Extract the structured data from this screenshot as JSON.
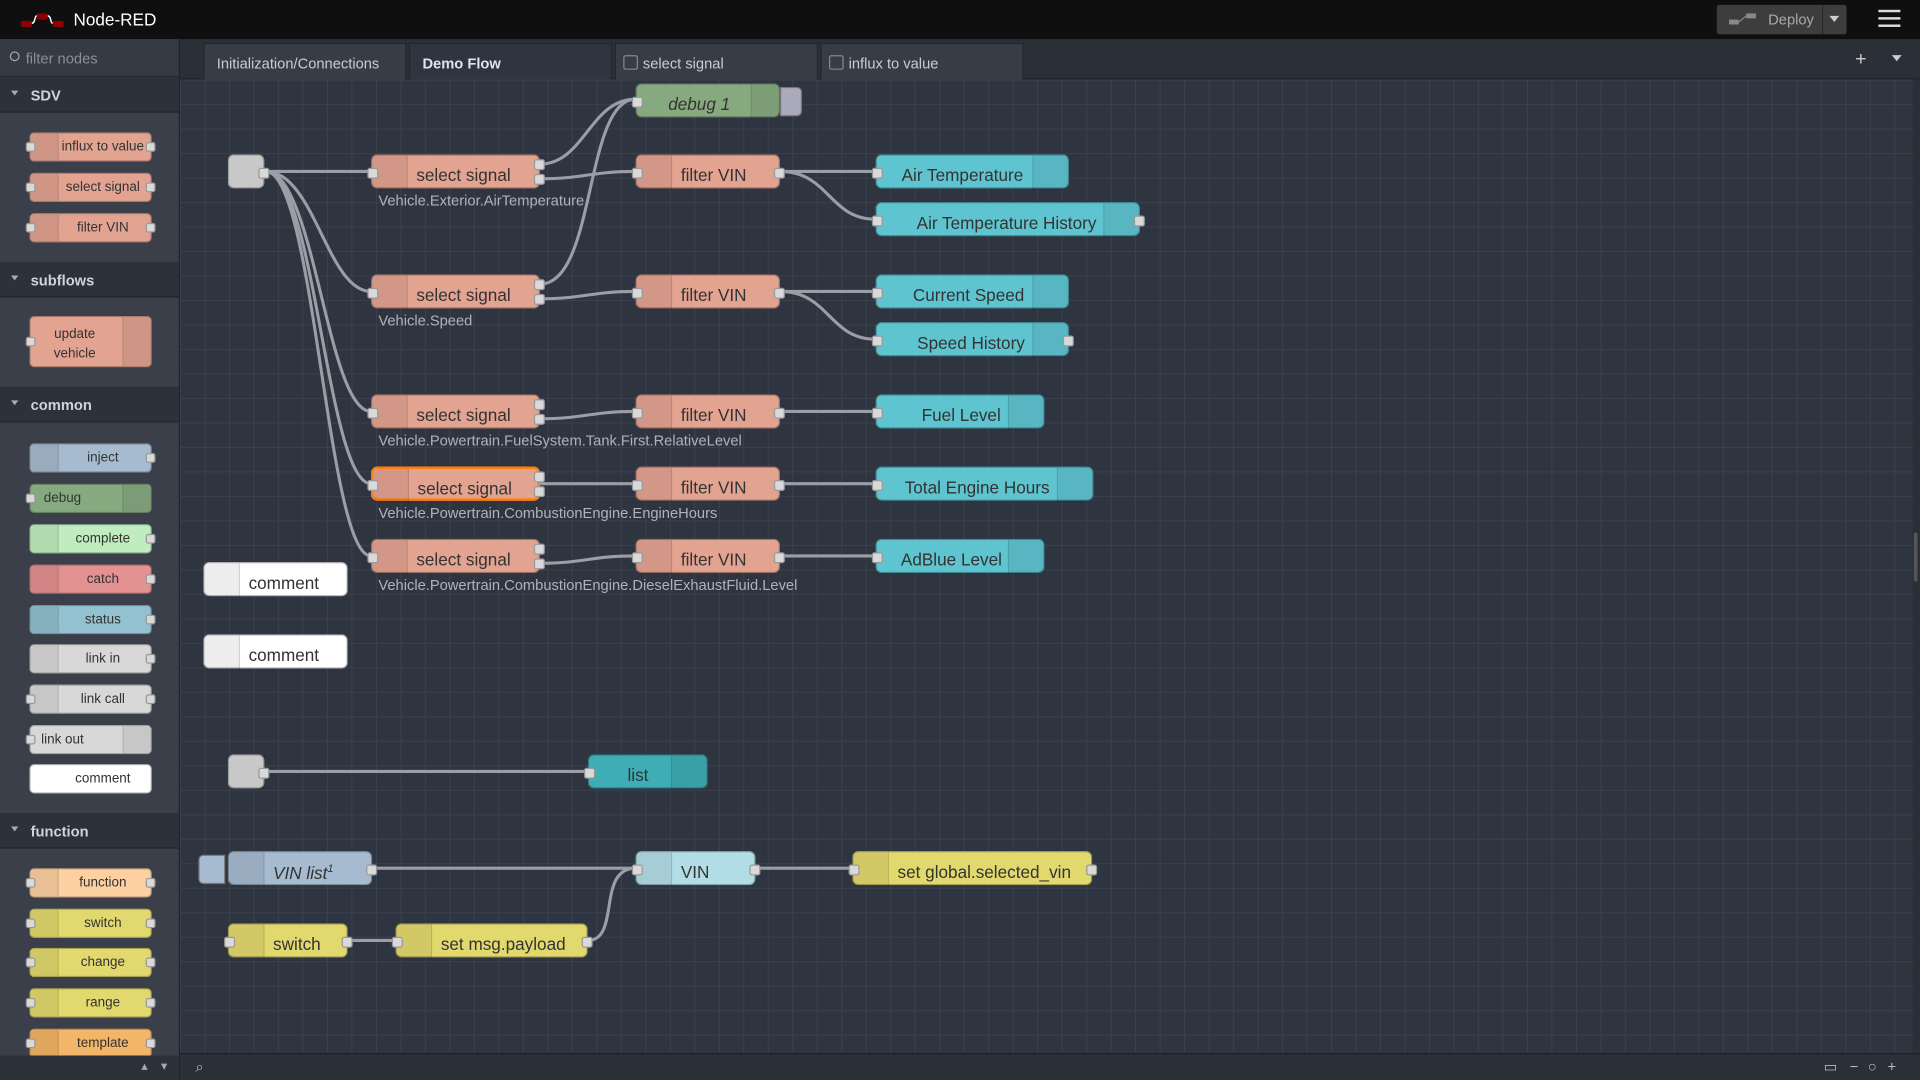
{
  "app": {
    "title": "Node-RED"
  },
  "header": {
    "deploy_label": "Deploy"
  },
  "palette": {
    "search_placeholder": "filter nodes",
    "categories": [
      {
        "name": "SDV",
        "nodes": [
          "influx to value",
          "select signal",
          "filter VIN"
        ]
      },
      {
        "name": "subflows",
        "nodes": [
          "update vehicle"
        ]
      },
      {
        "name": "common",
        "nodes": [
          "inject",
          "debug",
          "complete",
          "catch",
          "status",
          "link in",
          "link call",
          "link out",
          "comment"
        ]
      },
      {
        "name": "function",
        "nodes": [
          "function",
          "switch",
          "change",
          "range",
          "template"
        ]
      }
    ],
    "subflow_node_line1": "update",
    "subflow_node_line2": "vehicle"
  },
  "tabs": [
    "Initialization/Connections",
    "Demo Flow",
    "select signal",
    "influx to value"
  ],
  "flow": {
    "debug_node": "debug 1",
    "select_signal": "select signal",
    "filter_vin": "filter VIN",
    "signals": [
      "Vehicle.Exterior.AirTemperature",
      "Vehicle.Speed",
      "Vehicle.Powertrain.FuelSystem.Tank.First.RelativeLevel",
      "Vehicle.Powertrain.CombustionEngine.EngineHours",
      "Vehicle.Powertrain.CombustionEngine.DieselExhaustFluid.Level"
    ],
    "outputs": {
      "air_temp": "Air Temperature",
      "air_temp_history": "Air Temperature History",
      "current_speed": "Current Speed",
      "speed_history": "Speed History",
      "fuel_level": "Fuel Level",
      "engine_hours": "Total Engine Hours",
      "adblue": "AdBlue Level"
    },
    "comment": "comment",
    "list": "list",
    "vin_list": "VIN list",
    "vin_list_sup": "1",
    "vin": "VIN",
    "set_global": "set global.selected_vin",
    "switch": "switch",
    "set_payload": "set msg.payload"
  },
  "colors": {
    "function_node": "#e2a391",
    "dashboard_node": "#5ec4d0",
    "debug_node": "#87a980",
    "change_node": "#e2d96e",
    "inject_node": "#a6bbcf",
    "selection": "#ff7f0e"
  }
}
